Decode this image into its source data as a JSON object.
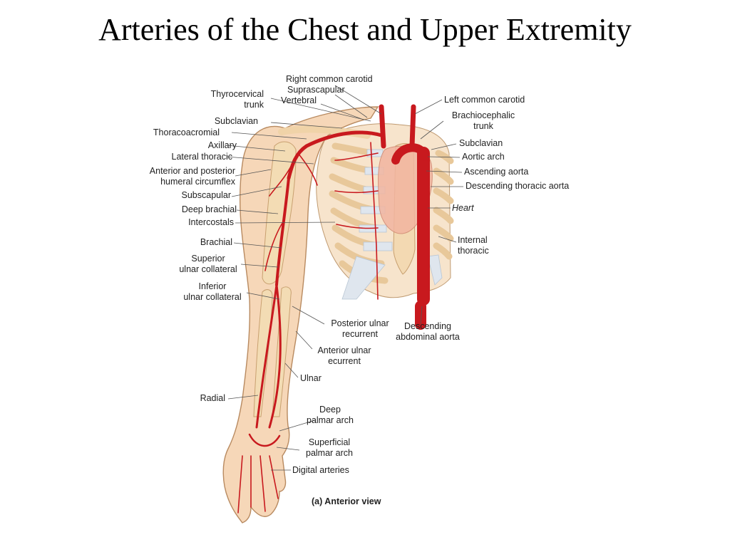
{
  "title": "Arteries of the Chest and Upper Extremity",
  "caption": "(a) Anterior view",
  "colors": {
    "artery": "#c8191e",
    "bone": "#f3dcb4",
    "skin": "#f6d7b8",
    "heart": "#f2b5a0",
    "leader": "#555555"
  },
  "labels_left": [
    {
      "id": "thyrocervical",
      "lines": [
        "Thyrocervical",
        "trunk"
      ]
    },
    {
      "id": "subclavian-r",
      "lines": [
        "Subclavian"
      ]
    },
    {
      "id": "thoracoacromial",
      "lines": [
        "Thoracoacromial"
      ]
    },
    {
      "id": "axillary",
      "lines": [
        "Axillary"
      ]
    },
    {
      "id": "lateral-thoracic",
      "lines": [
        "Lateral thoracic"
      ]
    },
    {
      "id": "humeral-circumflex",
      "lines": [
        "Anterior and posterior",
        "humeral circumflex"
      ]
    },
    {
      "id": "subscapular",
      "lines": [
        "Subscapular"
      ]
    },
    {
      "id": "deep-brachial",
      "lines": [
        "Deep brachial"
      ]
    },
    {
      "id": "intercostals",
      "lines": [
        "Intercostals"
      ]
    },
    {
      "id": "brachial",
      "lines": [
        "Brachial"
      ]
    },
    {
      "id": "superior-ulnar-collateral",
      "lines": [
        "Superior",
        "ulnar collateral"
      ]
    },
    {
      "id": "inferior-ulnar-collateral",
      "lines": [
        "Inferior",
        "ulnar collateral"
      ]
    },
    {
      "id": "radial",
      "lines": [
        "Radial"
      ]
    }
  ],
  "labels_top": [
    {
      "id": "right-common-carotid",
      "lines": [
        "Right common carotid"
      ]
    },
    {
      "id": "suprascapular",
      "lines": [
        "Suprascapular"
      ]
    },
    {
      "id": "vertebral",
      "lines": [
        "Vertebral"
      ]
    }
  ],
  "labels_right": [
    {
      "id": "left-common-carotid",
      "lines": [
        "Left common carotid"
      ]
    },
    {
      "id": "brachiocephalic",
      "lines": [
        "Brachiocephalic",
        "trunk"
      ]
    },
    {
      "id": "subclavian-l",
      "lines": [
        "Subclavian"
      ]
    },
    {
      "id": "aortic-arch",
      "lines": [
        "Aortic arch"
      ]
    },
    {
      "id": "ascending-aorta",
      "lines": [
        "Ascending aorta"
      ]
    },
    {
      "id": "descending-thoracic-aorta",
      "lines": [
        "Descending thoracic aorta"
      ]
    },
    {
      "id": "heart",
      "lines": [
        "Heart"
      ]
    },
    {
      "id": "internal-thoracic",
      "lines": [
        "Internal",
        "thoracic"
      ]
    }
  ],
  "labels_lower": [
    {
      "id": "descending-abdominal-aorta",
      "lines": [
        "Descending",
        "abdominal aorta"
      ]
    },
    {
      "id": "posterior-ulnar-recurrent",
      "lines": [
        "Posterior ulnar",
        "recurrent"
      ]
    },
    {
      "id": "anterior-ulnar-recurrent",
      "lines": [
        "Anterior ulnar",
        "ecurrent"
      ]
    },
    {
      "id": "ulnar",
      "lines": [
        "Ulnar"
      ]
    },
    {
      "id": "deep-palmar-arch",
      "lines": [
        "Deep",
        "palmar arch"
      ]
    },
    {
      "id": "superficial-palmar-arch",
      "lines": [
        "Superficial",
        "palmar arch"
      ]
    },
    {
      "id": "digital-arteries",
      "lines": [
        "Digital arteries"
      ]
    }
  ]
}
